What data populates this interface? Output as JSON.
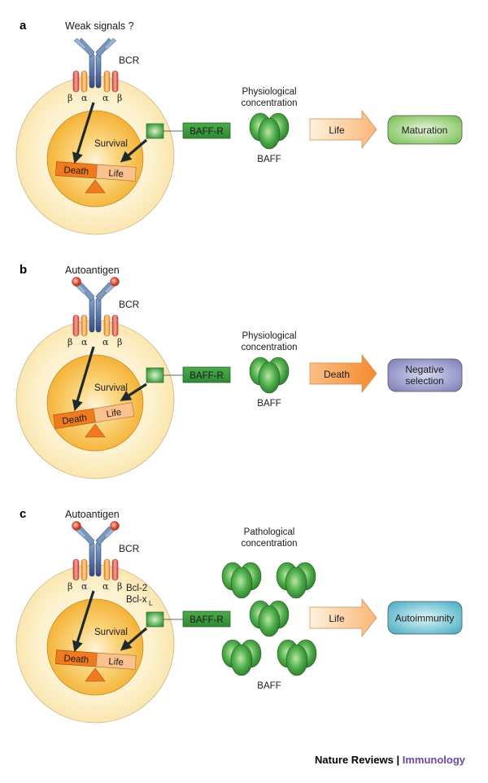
{
  "panels": [
    {
      "label": "a",
      "stimulus": "Weak signals ?",
      "antigen_bound": false,
      "receptor": "BCR",
      "chains": {
        "beta": "β",
        "alpha": "α"
      },
      "extra_labels": [],
      "survival_label": "Survival",
      "balance": {
        "death": "Death",
        "life": "Life",
        "tilt": "toward-life"
      },
      "baff_receptor": "BAFF-R",
      "concentration_label_line1": "Physiological",
      "concentration_label_line2": "concentration",
      "ligand": "BAFF",
      "ligand_count": 1,
      "outcome_arrow": "Life",
      "outcome": [
        "Maturation"
      ]
    },
    {
      "label": "b",
      "stimulus": "Autoantigen",
      "antigen_bound": true,
      "receptor": "BCR",
      "chains": {
        "beta": "β",
        "alpha": "α"
      },
      "extra_labels": [],
      "survival_label": "Survival",
      "balance": {
        "death": "Death",
        "life": "Life",
        "tilt": "toward-death"
      },
      "baff_receptor": "BAFF-R",
      "concentration_label_line1": "Physiological",
      "concentration_label_line2": "concentration",
      "ligand": "BAFF",
      "ligand_count": 1,
      "outcome_arrow": "Death",
      "outcome": [
        "Negative",
        "selection"
      ]
    },
    {
      "label": "c",
      "stimulus": "Autoantigen",
      "antigen_bound": true,
      "receptor": "BCR",
      "chains": {
        "beta": "β",
        "alpha": "α"
      },
      "extra_labels": [
        "Bcl-2",
        "Bcl-x"
      ],
      "extra_subscript": "L",
      "survival_label": "Survival",
      "balance": {
        "death": "Death",
        "life": "Life",
        "tilt": "toward-life"
      },
      "baff_receptor": "BAFF-R",
      "concentration_label_line1": "Pathological",
      "concentration_label_line2": "concentration",
      "ligand": "BAFF",
      "ligand_count": 5,
      "outcome_arrow": "Life",
      "outcome": [
        "Autoimmunity"
      ]
    }
  ],
  "colors": {
    "cell_outer": "#fdf0c8",
    "nucleus": "#f7c04a",
    "death": "#f07a1e",
    "life": "#fbc28e",
    "baff_green": "#3f9e3f",
    "maturation": "#8ccc6a",
    "negative_selection": "#8c8ec4",
    "autoimmunity": "#5ab9cc",
    "life_arrow": "#fcc48c",
    "death_arrow": "#f59138"
  },
  "footer": {
    "journal": "Nature Reviews",
    "separator": " | ",
    "section": "Immunology"
  }
}
